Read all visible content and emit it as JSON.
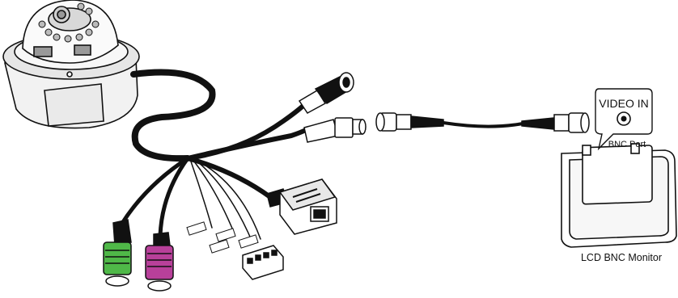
{
  "labels": {
    "video_in": "VIDEO IN",
    "bnc_port": "BNC Port",
    "monitor": "LCD BNC Monitor"
  },
  "colors": {
    "line": "#111111",
    "green_jack": "#4fb848",
    "magenta_jack": "#b8409a",
    "camera_body": "#f2f2f2",
    "screen_fill": "#ffffff"
  },
  "icons": {
    "camera": "dome-camera-icon",
    "video_jack": "bnc-connector-icon",
    "network": "rj45-port-icon"
  }
}
